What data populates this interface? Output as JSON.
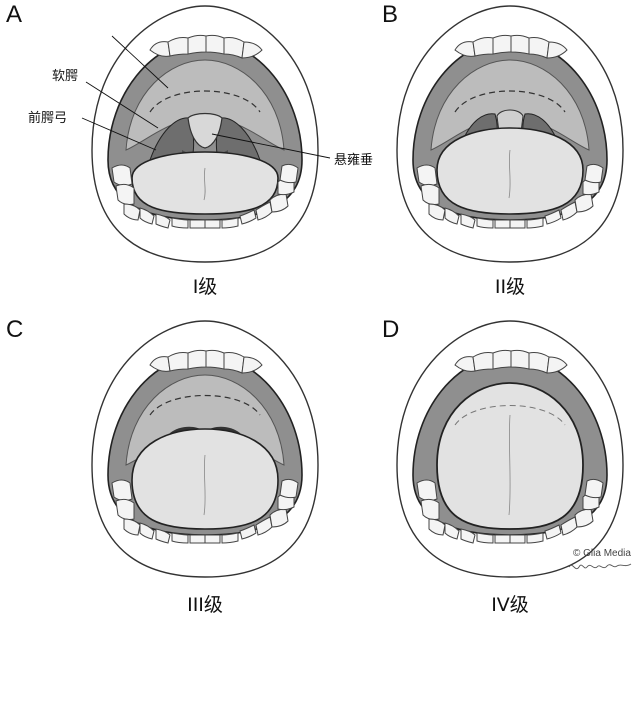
{
  "panels": [
    {
      "letter": "A",
      "grade": "I级"
    },
    {
      "letter": "B",
      "grade": "II级"
    },
    {
      "letter": "C",
      "grade": "III级"
    },
    {
      "letter": "D",
      "grade": "IV级"
    }
  ],
  "annotations": {
    "soft_palate": "软腭",
    "palatoglossal_arch": "前腭弓",
    "uvula": "悬雍垂"
  },
  "credit": {
    "copyright": "© Glia Media",
    "signature": "Martha Headworth"
  }
}
